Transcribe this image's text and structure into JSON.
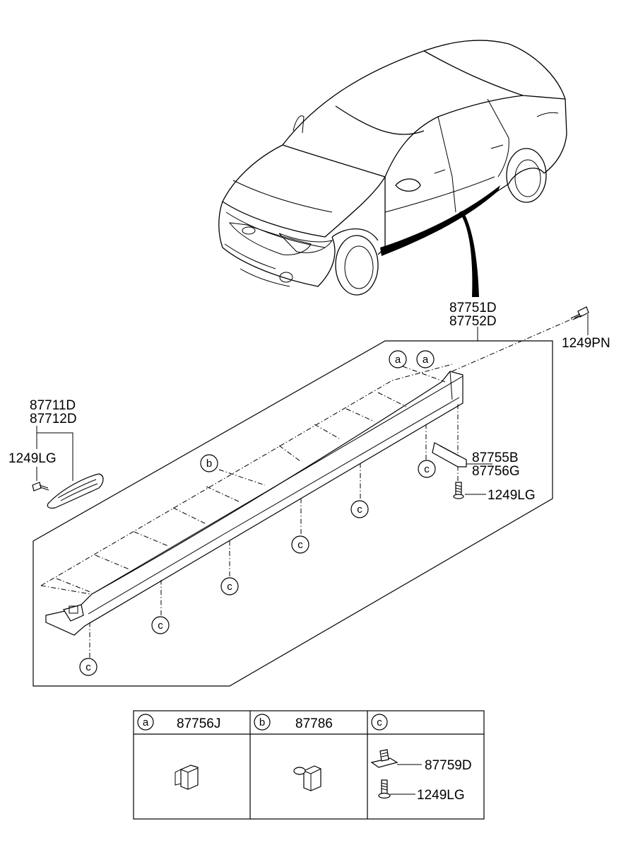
{
  "callouts": {
    "a": "a",
    "b": "b",
    "c": "c"
  },
  "labels": {
    "side_sill_lh": "87751D",
    "side_sill_rh": "87752D",
    "screw_pn": "1249PN",
    "garnish_lh": "87711D",
    "garnish_rh": "87712D",
    "screw_lg_left": "1249LG",
    "bracket_lh": "87755B",
    "bracket_rh": "87756G",
    "screw_lg_right": "1249LG"
  },
  "legend_table": {
    "cells": [
      {
        "key": "a",
        "part": "87756J"
      },
      {
        "key": "b",
        "part": "87786"
      },
      {
        "key": "c",
        "part": ""
      }
    ],
    "c_parts": {
      "clip": "87759D",
      "screw": "1249LG"
    }
  }
}
